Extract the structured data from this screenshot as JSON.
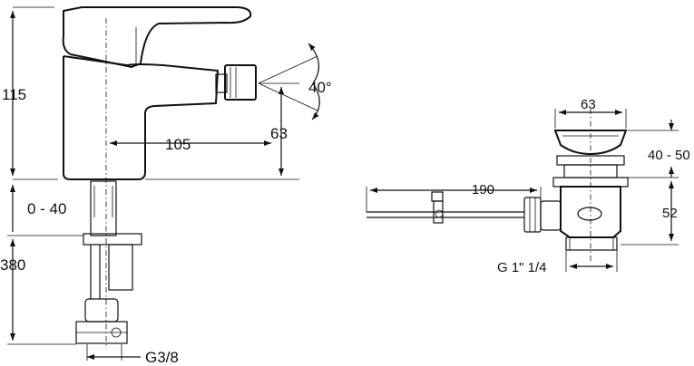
{
  "labels": {
    "height_total": "115",
    "height_travel": "0 - 40",
    "hose_length": "380",
    "spout_reach": "105",
    "spout_height": "63",
    "swivel_angle": "40°",
    "connection_thread": "G3/8",
    "waste_diameter": "63",
    "waste_plug_range": "40 - 50",
    "waste_height": "52",
    "rod_length": "190",
    "waste_thread": "G 1\" 1/4"
  }
}
